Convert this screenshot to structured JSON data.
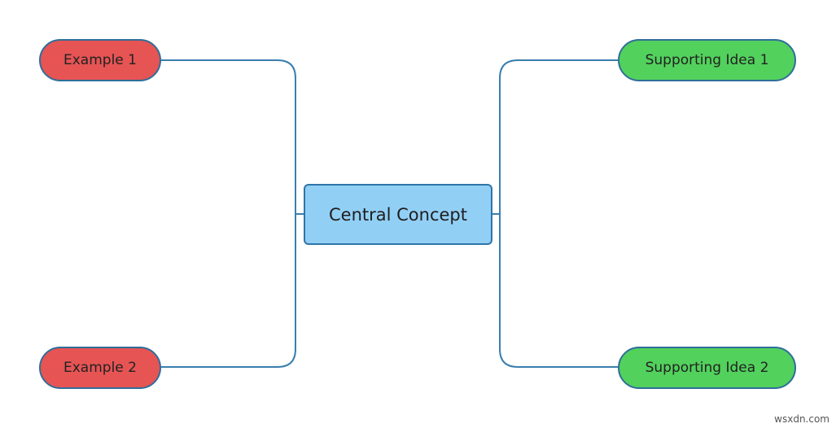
{
  "colors": {
    "central_fill": "#92cff5",
    "example_fill": "#e65454",
    "support_fill": "#52d15c",
    "connector": "#3a7fae"
  },
  "central": {
    "label": "Central Concept"
  },
  "left": [
    {
      "label": "Example 1"
    },
    {
      "label": "Example 2"
    }
  ],
  "right": [
    {
      "label": "Supporting Idea 1"
    },
    {
      "label": "Supporting Idea 2"
    }
  ],
  "watermark": "wsxdn.com"
}
